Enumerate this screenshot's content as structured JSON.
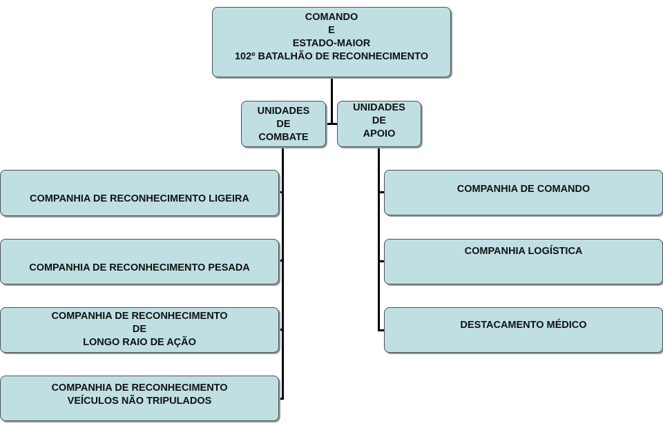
{
  "root": {
    "lines": [
      "COMANDO",
      "E",
      "ESTADO-MAIOR",
      "102º BATALHÃO DE RECONHECIMENTO"
    ]
  },
  "combat": {
    "header": [
      "UNIDADES",
      "DE",
      "COMBATE"
    ],
    "units": [
      [
        "COMPANHIA DE RECONHECIMENTO LIGEIRA"
      ],
      [
        "COMPANHIA DE RECONHECIMENTO PESADA"
      ],
      [
        "COMPANHIA DE RECONHECIMENTO",
        "DE",
        "LONGO RAIO DE AÇÃO"
      ],
      [
        "COMPANHIA DE RECONHECIMENTO",
        "VEÍCULOS NÃO TRIPULADOS"
      ]
    ]
  },
  "support": {
    "header": [
      "UNIDADES",
      "DE",
      "APOIO"
    ],
    "units": [
      [
        "COMPANHIA DE COMANDO"
      ],
      [
        "COMPANHIA LOGÍSTICA"
      ],
      [
        "DESTACAMENTO MÉDICO"
      ]
    ]
  },
  "colors": {
    "box_fill": "#bfdfe3",
    "box_border": "#4a4f54",
    "connector": "#000000"
  }
}
